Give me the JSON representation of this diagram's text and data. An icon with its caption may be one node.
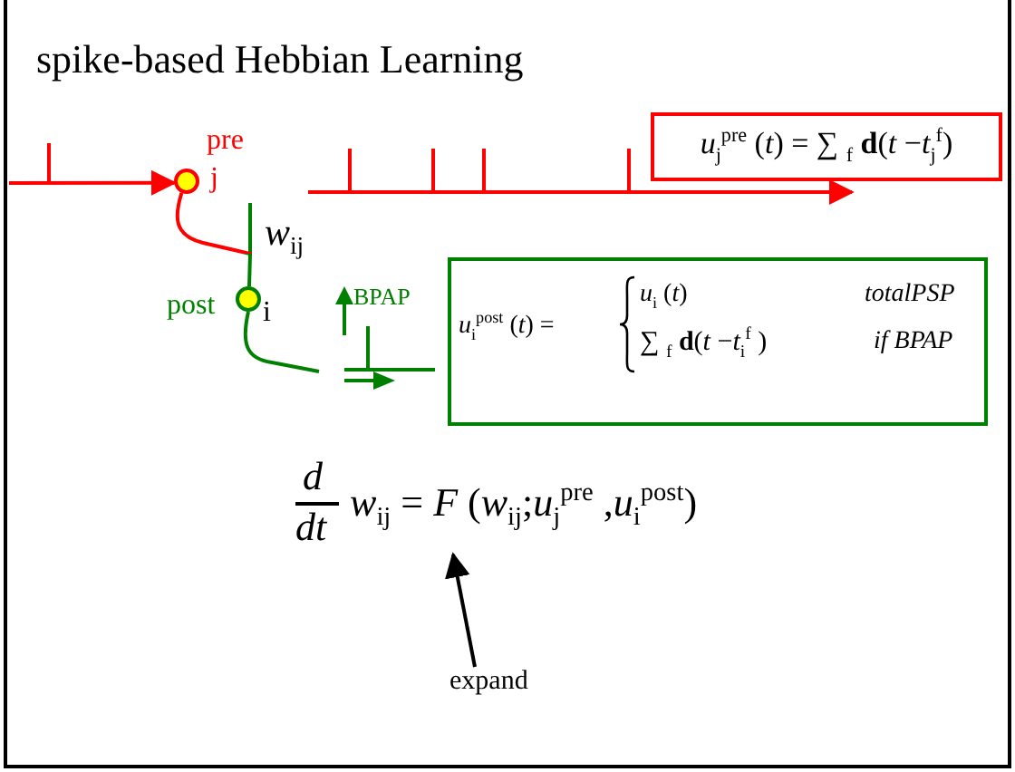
{
  "diagram": {
    "title": "spike-based Hebbian Learning",
    "nodes": [
      {
        "text": [],
        "shape": "circle",
        "beside": [
          "pre",
          "j"
        ]
      },
      {
        "text": [],
        "shape": "circle",
        "beside": [
          "post",
          "i"
        ]
      },
      {
        "text": [
          "*u*$_{j}$$^{pre}$ (*t*) = ∑ $_{f}$ **d**(*t* −*t*$_{j}$$^{f}$)"
        ]
      },
      {
        "text": [
          "*u*$_{i}$$^{post}$ (*t*) =",
          "*u*$_{i}$ (*t*)",
          "*totalPSP*",
          "∑ $_{f}$ **d**(*t* −*t*$_{i}$$^{f}$ )",
          "*if BPAP*"
        ]
      },
      {
        "text": [
          "*d*",
          "*dt*",
          "*w*$_{ij}$ = *F* (*w*$_{ij}$;*u*$_{j}$$^{pre}$ ,*u*$_{i}$$^{post}$)"
        ]
      },
      {
        "text": [
          "expand"
        ]
      }
    ],
    "edges": [
      {
        "from": null,
        "to": 0,
        "arrow": "to",
        "color": "#ff0000"
      },
      {
        "from": 5,
        "to": 4,
        "arrow": "to",
        "color": "#000000"
      },
      {
        "from": 0,
        "to": 1,
        "arrow": "none",
        "color": "#ff0000"
      }
    ],
    "labels": [
      "*w*$_{ij}$",
      "BPAP"
    ]
  }
}
